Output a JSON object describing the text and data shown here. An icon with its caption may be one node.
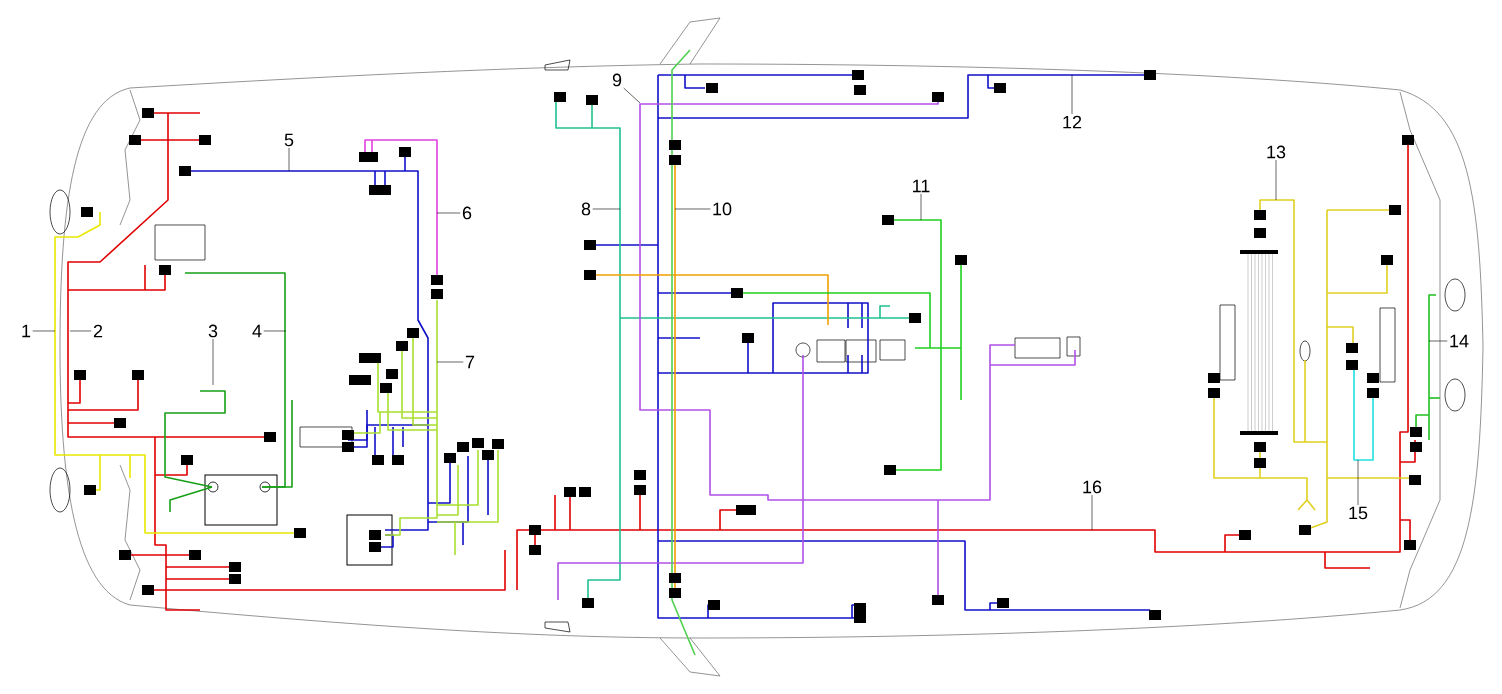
{
  "diagram": {
    "nodes": [
      {
        "text": [
          "1"
        ]
      },
      {
        "text": [
          "2"
        ]
      },
      {
        "text": [
          "3"
        ]
      },
      {
        "text": [
          "4"
        ]
      },
      {
        "text": [
          "5"
        ]
      },
      {
        "text": [
          "6"
        ]
      },
      {
        "text": [
          "7"
        ]
      },
      {
        "text": [
          "8"
        ]
      },
      {
        "text": [
          "9"
        ]
      },
      {
        "text": [
          "10"
        ]
      },
      {
        "text": [
          "11"
        ]
      },
      {
        "text": [
          "12"
        ]
      },
      {
        "text": [
          "13"
        ]
      },
      {
        "text": [
          "14"
        ]
      },
      {
        "text": [
          "15"
        ]
      },
      {
        "text": [
          "16"
        ]
      }
    ],
    "edges": [
      {
        "from": 0,
        "to": null,
        "arrow": "none"
      },
      {
        "from": 1,
        "to": null,
        "arrow": "none"
      },
      {
        "from": 2,
        "to": null,
        "arrow": "none"
      },
      {
        "from": 3,
        "to": null,
        "arrow": "none"
      },
      {
        "from": 4,
        "to": null,
        "arrow": "none"
      },
      {
        "from": 5,
        "to": null,
        "arrow": "none"
      },
      {
        "from": 6,
        "to": null,
        "arrow": "none"
      },
      {
        "from": 7,
        "to": null,
        "arrow": "none"
      },
      {
        "from": 8,
        "to": null,
        "arrow": "none"
      },
      {
        "from": 9,
        "to": null,
        "arrow": "none"
      },
      {
        "from": 10,
        "to": null,
        "arrow": "none"
      },
      {
        "from": 11,
        "to": null,
        "arrow": "none"
      },
      {
        "from": 12,
        "to": null,
        "arrow": "none"
      },
      {
        "from": 13,
        "to": null,
        "arrow": "none"
      },
      {
        "from": 14,
        "to": null,
        "arrow": "none"
      },
      {
        "from": 15,
        "to": null,
        "arrow": "none"
      }
    ]
  }
}
